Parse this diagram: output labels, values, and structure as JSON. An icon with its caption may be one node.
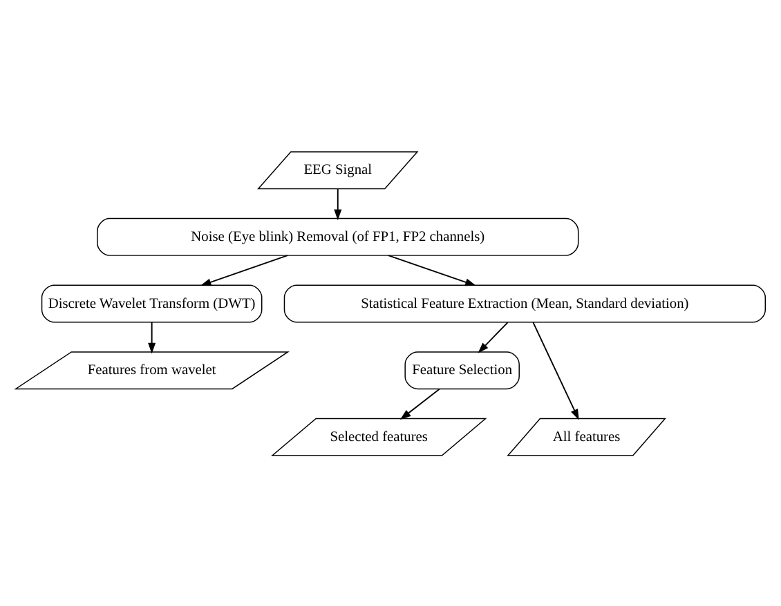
{
  "diagram": {
    "nodes": [
      {
        "text": [
          "EEG Signal"
        ]
      },
      {
        "text": [
          "Noise (Eye blink) Removal (of FP1, FP2 channels)"
        ]
      },
      {
        "text": [
          "Discrete Wavelet Transform (DWT)"
        ]
      },
      {
        "text": [
          "Statistical Feature Extraction (Mean, Standard deviation)"
        ]
      },
      {
        "text": [
          "Feature Selection"
        ]
      },
      {
        "text": [
          "Features from wavelet"
        ]
      },
      {
        "text": [
          "Selected features"
        ]
      },
      {
        "text": [
          "All features"
        ]
      }
    ],
    "edges": [
      {
        "from": 0,
        "to": 1,
        "arrow": "to"
      },
      {
        "from": 1,
        "to": 3,
        "arrow": "to"
      },
      {
        "from": 1,
        "to": 2,
        "arrow": "to"
      },
      {
        "from": 2,
        "to": 5,
        "arrow": "to"
      },
      {
        "from": 3,
        "to": 4,
        "arrow": "to"
      },
      {
        "from": 3,
        "to": 7,
        "arrow": "to"
      },
      {
        "from": 4,
        "to": 6,
        "arrow": "to"
      }
    ]
  }
}
